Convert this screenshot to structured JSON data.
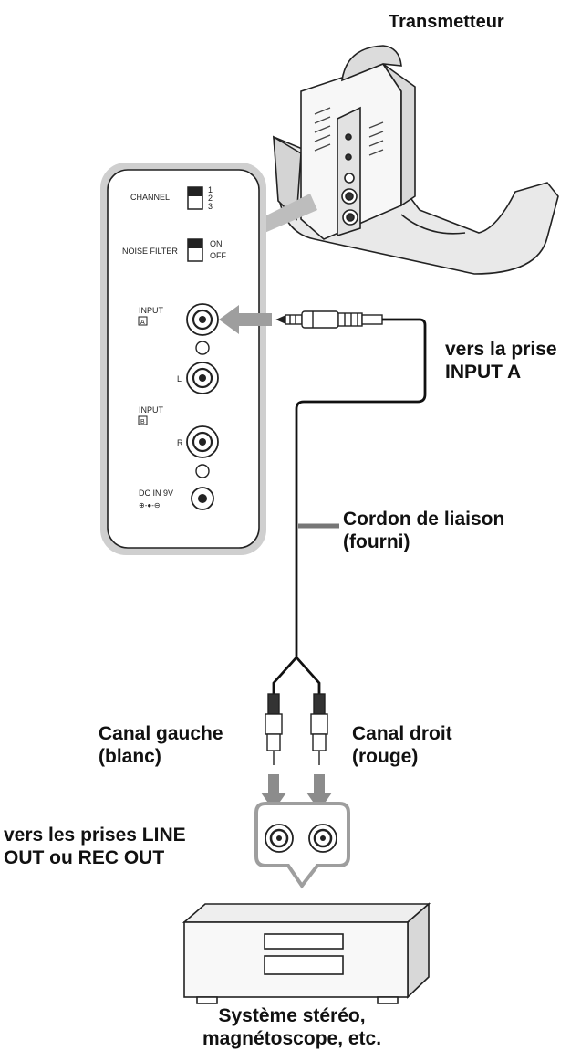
{
  "labels": {
    "transmitter": "Transmetteur",
    "to_jack_1": "vers la prise",
    "to_jack_2": "INPUT A",
    "cord_1": "Cordon de liaison",
    "cord_2": "(fourni)",
    "left_1": "Canal gauche",
    "left_2": "(blanc)",
    "right_1": "Canal droit",
    "right_2": "(rouge)",
    "outputs_1": "vers les prises LINE",
    "outputs_2": "OUT ou REC OUT",
    "system_1": "Système stéréo,",
    "system_2": "magnétoscope, etc."
  },
  "panel": {
    "channel": "CHANNEL",
    "channel_opts": [
      "1",
      "2",
      "3"
    ],
    "noise_filter": "NOISE FILTER",
    "on": "ON",
    "off": "OFF",
    "input": "INPUT",
    "input_a": "A",
    "input_b": "B",
    "left": "L",
    "right": "R",
    "dc_in": "DC IN 9V"
  },
  "icons": {
    "transmitter": "transmitter-device-icon",
    "jack_plug": "mini-plug-icon",
    "rca_plug": "rca-plug-icon",
    "stereo": "stereo-deck-icon"
  }
}
